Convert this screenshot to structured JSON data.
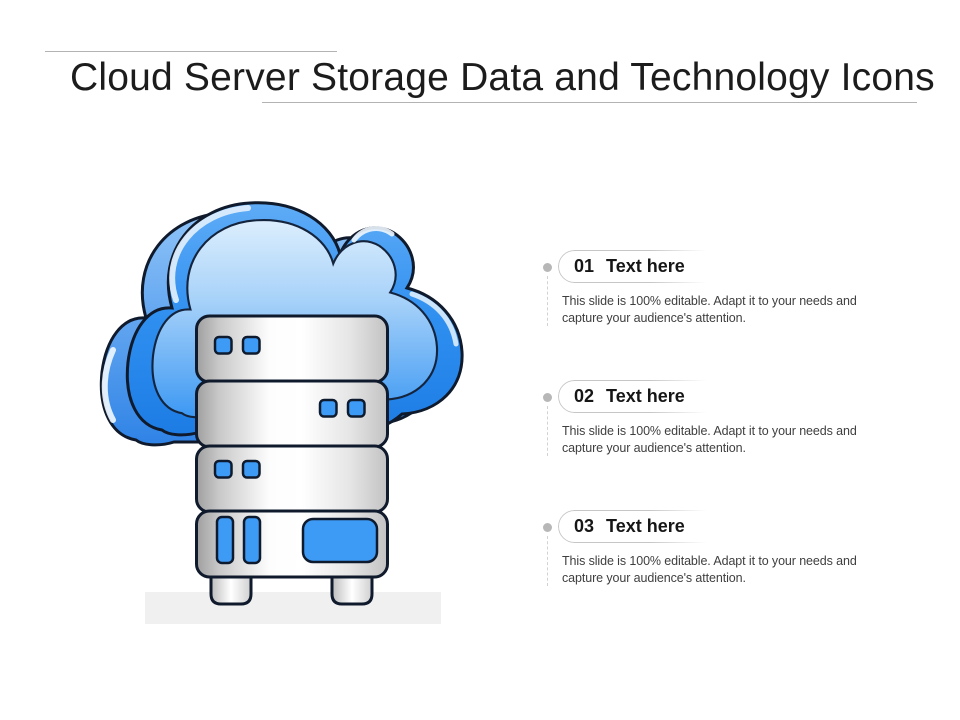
{
  "slide": {
    "title": "Cloud Server Storage Data and Technology Icons"
  },
  "items": [
    {
      "number": "01",
      "label": "Text here",
      "description": "This slide is 100% editable. Adapt it to your needs and capture your audience's attention."
    },
    {
      "number": "02",
      "label": "Text here",
      "description": "This slide is 100% editable. Adapt it to your needs and capture your audience's attention."
    },
    {
      "number": "03",
      "label": "Text here",
      "description": "This slide is 100% editable. Adapt it to your needs and capture your audience's attention."
    }
  ],
  "illustration": {
    "icons": [
      {
        "name": "cloud-icon"
      },
      {
        "name": "server-icon"
      }
    ]
  },
  "colors": {
    "accent_blue": "#3e9bf5",
    "cloud_blue": "#2f90f0",
    "cloud_blue_dark": "#1d6fd0",
    "cloud_blue_light": "#dceefd",
    "outline_navy": "#0f1a2c",
    "metal_gray": "#c9c9c9",
    "floor_gray": "#f0f0f1",
    "rule_gray": "#b3b3b3",
    "dot_gray": "#b7b7b7",
    "text_dark": "#161616",
    "text_body": "#3f3f3f",
    "background": "#ffffff"
  }
}
